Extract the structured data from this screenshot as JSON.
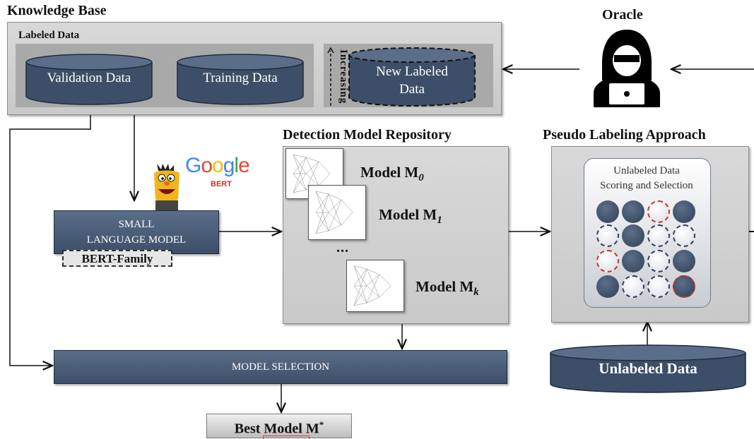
{
  "knowledge_base": {
    "title": "Knowledge Base",
    "labeled_data": "Labeled Data",
    "validation": "Validation Data",
    "training": "Training Data",
    "new_labeled_line1": "New Labeled",
    "new_labeled_line2": "Data",
    "increasing": "Increasing"
  },
  "oracle": {
    "title": "Oracle"
  },
  "repository": {
    "title": "Detection Model Repository",
    "model0": "Model M",
    "model0_sub": "0",
    "model1": "Model M",
    "model1_sub": "1",
    "dots": "...",
    "modelk": "Model M",
    "modelk_sub": "k"
  },
  "pseudo": {
    "title": "Pseudo Labeling Approach",
    "scoring_line1": "Unlabeled Data",
    "scoring_line2": "Scoring and Selection"
  },
  "slm": {
    "line1": "SMALL",
    "line2": "LANGUAGE MODEL",
    "family": "BERT-Family"
  },
  "google": {
    "logo": "Google",
    "bert": "BERT"
  },
  "selection": {
    "label": "MODEL SELECTION"
  },
  "best": {
    "label": "Best Model M",
    "sup": "*"
  },
  "unlabeled": {
    "label": "Unlabeled Data"
  },
  "colors": {
    "navy": "#3d4f68",
    "gray": "#d0d0d0",
    "red": "#c0392b"
  },
  "icons": [
    "hacker-icon",
    "bert-muppet-icon",
    "neural-network-icon"
  ]
}
